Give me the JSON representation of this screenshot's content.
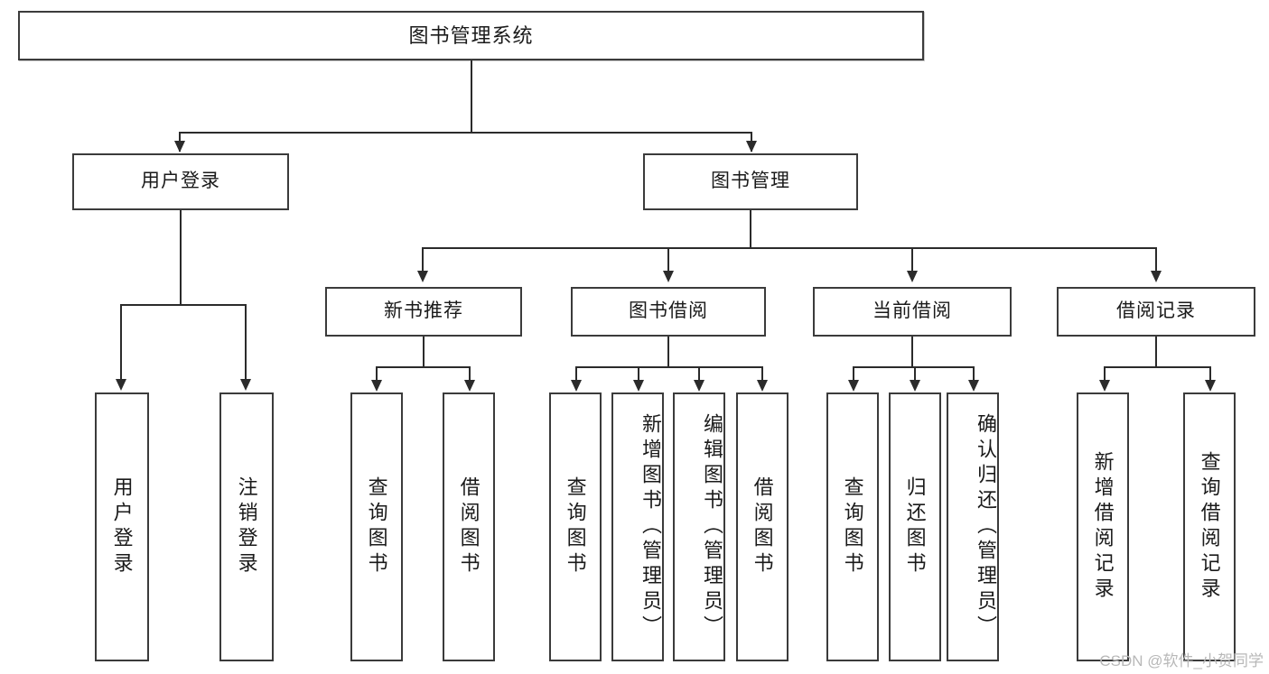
{
  "diagram": {
    "type": "tree-hierarchy",
    "title": "图书管理系统",
    "watermark": "CSDN @软件_小贺同学",
    "colors": {
      "background": "#ffffff",
      "box_border": "#3b3b3b",
      "connector": "#2b2b2b",
      "text": "#1a1a1a",
      "watermark": "#b8b8b8"
    },
    "levels": {
      "root": "图书管理系统",
      "level2": [
        "用户登录",
        "图书管理"
      ],
      "level3": [
        "新书推荐",
        "图书借阅",
        "当前借阅",
        "借阅记录"
      ]
    },
    "nodes": {
      "root": {
        "label": "图书管理系统"
      },
      "user_login": {
        "label": "用户登录"
      },
      "book_manage": {
        "label": "图书管理"
      },
      "new_book_rec": {
        "label": "新书推荐"
      },
      "book_borrow": {
        "label": "图书借阅"
      },
      "current_borrow": {
        "label": "当前借阅"
      },
      "borrow_record": {
        "label": "借阅记录"
      }
    },
    "leaves": {
      "user_login_children": [
        {
          "label": "用户登录"
        },
        {
          "label": "注销登录"
        }
      ],
      "new_book_rec_children": [
        {
          "label": "查询图书"
        },
        {
          "label": "借阅图书"
        }
      ],
      "book_borrow_children": [
        {
          "label": "查询图书"
        },
        {
          "label": "新增图书（管理员）"
        },
        {
          "label": "编辑图书（管理员）"
        },
        {
          "label": "借阅图书"
        }
      ],
      "current_borrow_children": [
        {
          "label": "查询图书"
        },
        {
          "label": "归还图书"
        },
        {
          "label": "确认归还（管理员）"
        }
      ],
      "borrow_record_children": [
        {
          "label": "新增借阅记录"
        },
        {
          "label": "查询借阅记录"
        }
      ]
    }
  }
}
